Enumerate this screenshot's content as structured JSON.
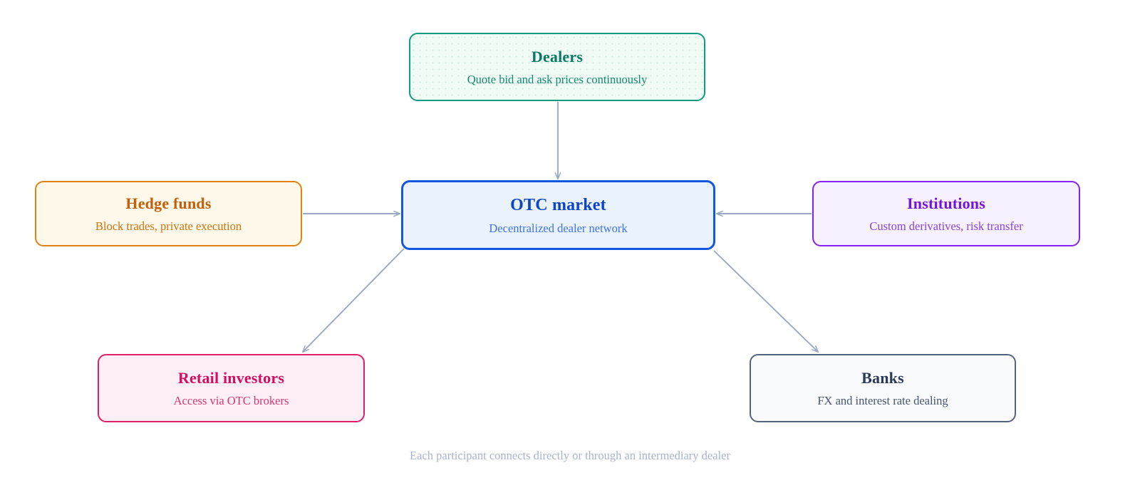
{
  "diagram": {
    "type": "network-flow",
    "caption": "Each participant connects directly or through an intermediary dealer",
    "nodes": [
      {
        "id": "dealers",
        "title": "Dealers",
        "subtitle": "Quote bid and ask prices continuously",
        "border_color": "#0f9b7e",
        "fill_color": "#effbf4",
        "title_color": "#0c7a63"
      },
      {
        "id": "otc",
        "title": "OTC market",
        "subtitle": "Decentralized dealer network",
        "border_color": "#1356e0",
        "fill_color": "#eaf2fe",
        "title_color": "#0d45c8"
      },
      {
        "id": "hedge",
        "title": "Hedge funds",
        "subtitle": "Block trades, private execution",
        "border_color": "#e08214",
        "fill_color": "#fdf8e9",
        "title_color": "#c25f09"
      },
      {
        "id": "institutions",
        "title": "Institutions",
        "subtitle": "Custom derivatives, risk transfer",
        "border_color": "#8423ef",
        "fill_color": "#f7f1fe",
        "title_color": "#7412e0"
      },
      {
        "id": "retail",
        "title": "Retail investors",
        "subtitle": "Access via OTC brokers",
        "border_color": "#e01f69",
        "fill_color": "#fdeff5",
        "title_color": "#d40e60"
      },
      {
        "id": "banks",
        "title": "Banks",
        "subtitle": "FX and interest rate dealing",
        "border_color": "#55637d",
        "fill_color": "#f8fafc",
        "title_color": "#2b3a57"
      }
    ],
    "edges": [
      {
        "from": "dealers",
        "to": "otc",
        "direction": "down"
      },
      {
        "from": "hedge",
        "to": "otc",
        "direction": "right"
      },
      {
        "from": "institutions",
        "to": "otc",
        "direction": "left"
      },
      {
        "from": "otc",
        "to": "retail",
        "direction": "down-left"
      },
      {
        "from": "otc",
        "to": "banks",
        "direction": "down-right"
      }
    ],
    "edge_color": "#9aa9c2"
  }
}
